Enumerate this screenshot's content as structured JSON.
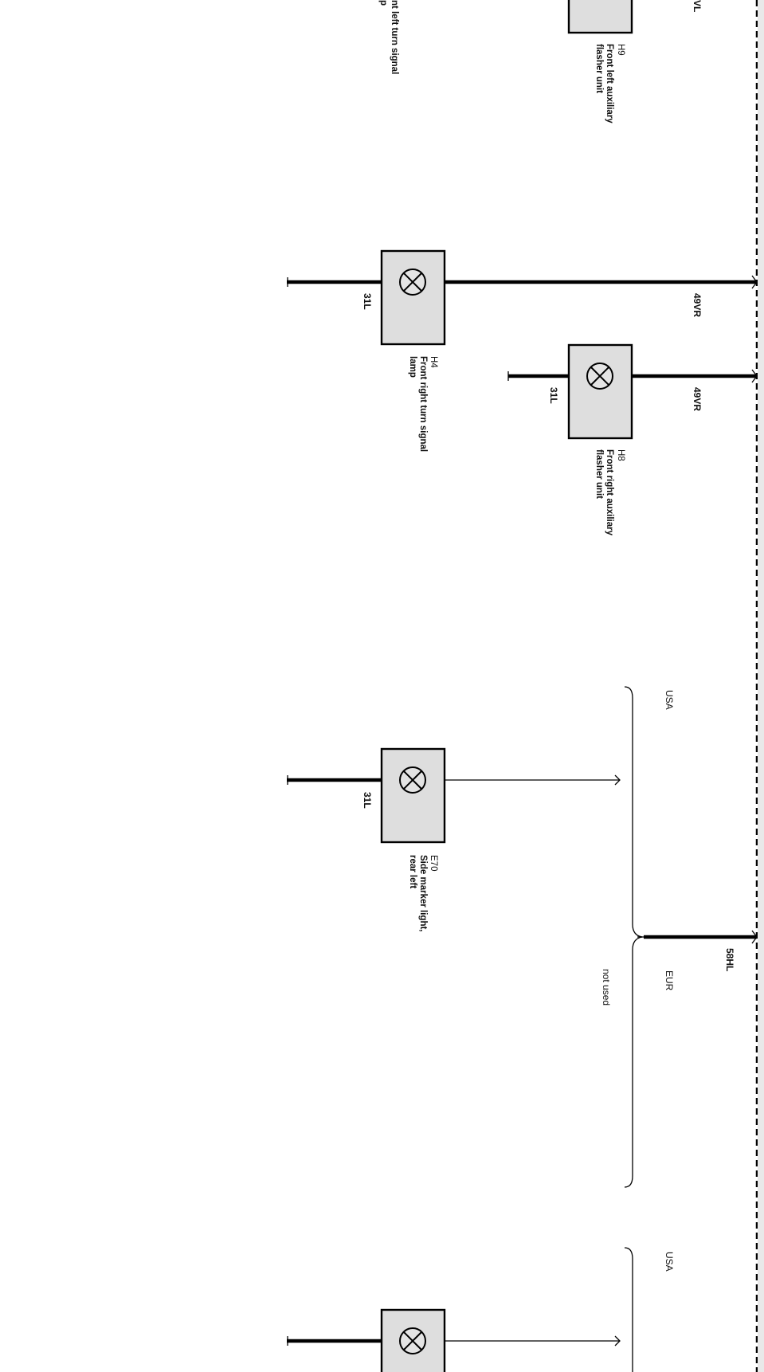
{
  "components": {
    "h9": {
      "id": "H9",
      "line1": "Front left auxiliary",
      "line2": "flasher unit"
    },
    "h4": {
      "id": "H4",
      "line1": "Front right turn signal",
      "line2": "lamp"
    },
    "h8": {
      "id": "H8",
      "line1": "Front right auxiliary",
      "line2": "flasher unit"
    },
    "e70": {
      "id": "E70",
      "line1": "Side marker light,",
      "line2": "rear left"
    },
    "partial_top": {
      "line1": "nt left turn signal",
      "line2": "p"
    }
  },
  "wires": {
    "top_partial": "VL",
    "h4_supply": "49VR",
    "h4_ground": "31L",
    "h8_supply": "49VR",
    "h8_ground": "31L",
    "e70_ground": "31L",
    "side_marker_supply": "58HL"
  },
  "variants": {
    "usa_1": "USA",
    "eur": "EUR",
    "eur_note": "not used",
    "usa_2": "USA"
  },
  "colors": {
    "component_fill": "#dedede",
    "line": "#000000"
  }
}
